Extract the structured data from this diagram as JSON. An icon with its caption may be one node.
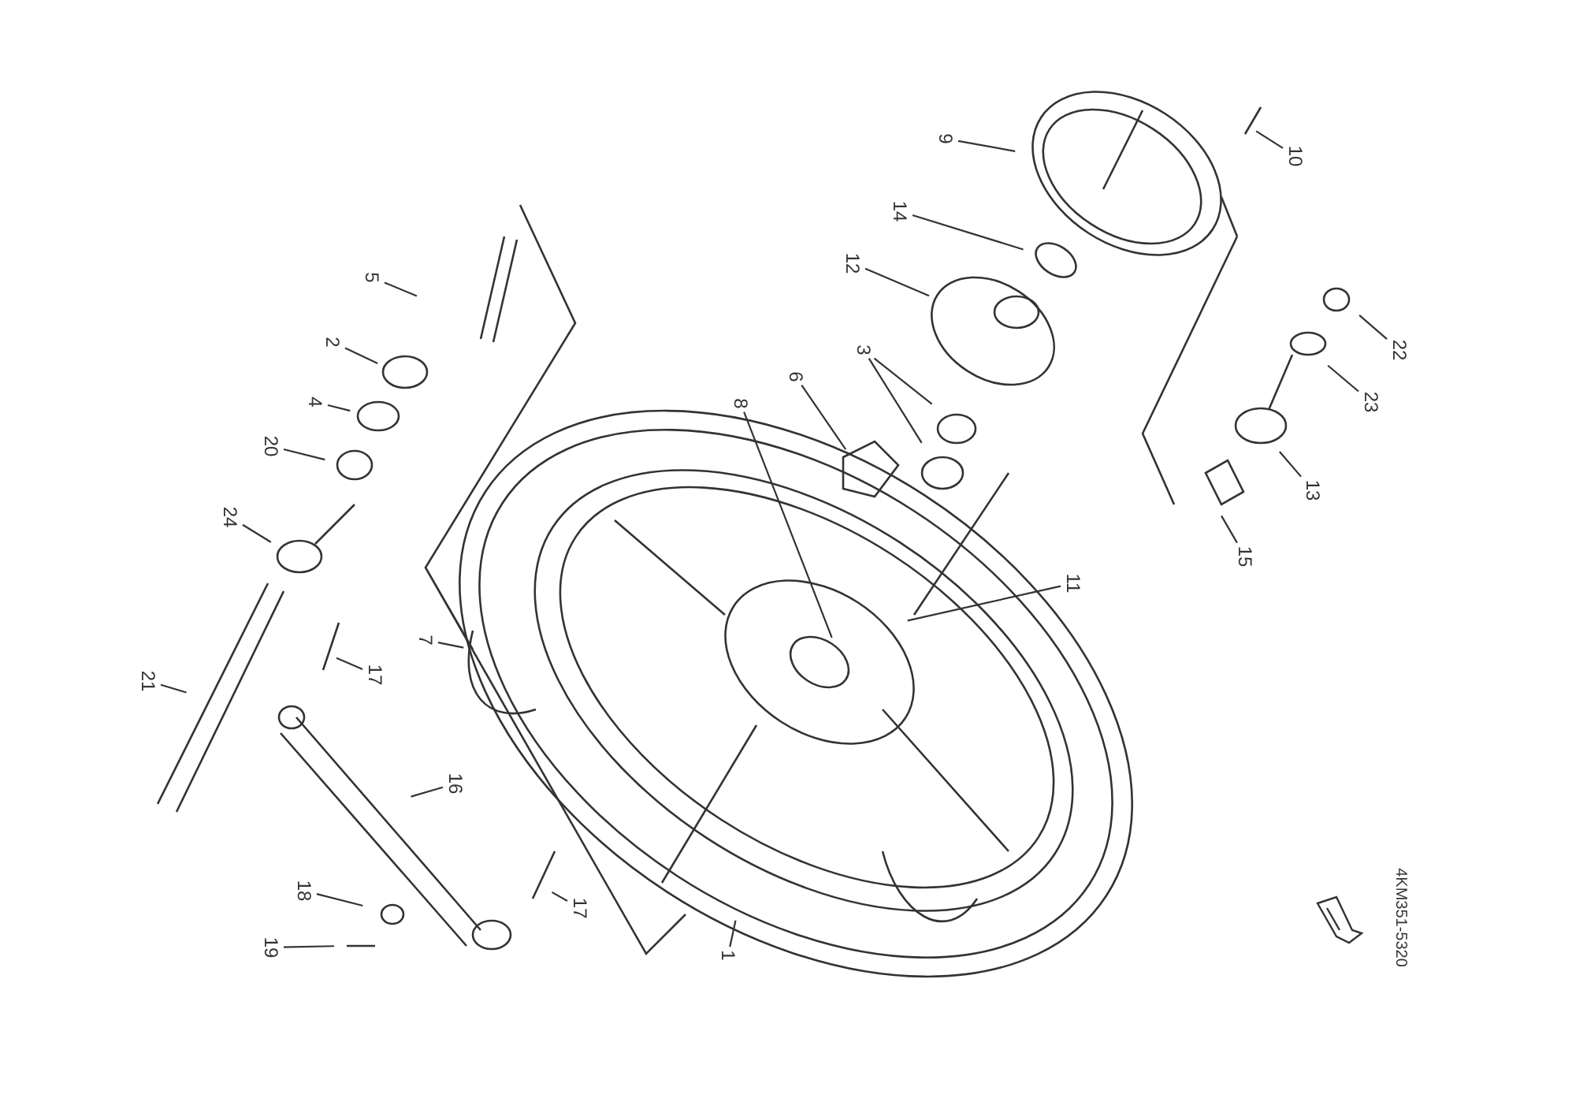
{
  "diagram": {
    "nodes": [
      {
        "text": [
          "9"
        ]
      },
      {
        "text": [
          "10"
        ]
      },
      {
        "text": [
          "14"
        ]
      },
      {
        "text": [
          "12"
        ]
      },
      {
        "text": [
          "3"
        ]
      },
      {
        "text": [
          "6"
        ]
      },
      {
        "text": [
          "8"
        ]
      },
      {
        "text": [
          "11"
        ]
      },
      {
        "text": [
          "22"
        ]
      },
      {
        "text": [
          "23"
        ]
      },
      {
        "text": [
          "13"
        ]
      },
      {
        "text": [
          "15"
        ]
      },
      {
        "text": [
          "5"
        ]
      },
      {
        "text": [
          "2"
        ]
      },
      {
        "text": [
          "4"
        ]
      },
      {
        "text": [
          "20"
        ]
      },
      {
        "text": [
          "24"
        ]
      },
      {
        "text": [
          "21"
        ]
      },
      {
        "text": [
          "17"
        ]
      },
      {
        "text": [
          "7"
        ]
      },
      {
        "text": [
          "16"
        ]
      },
      {
        "text": [
          "17"
        ]
      },
      {
        "text": [
          "18"
        ]
      },
      {
        "text": [
          "19"
        ]
      },
      {
        "text": [
          "1"
        ]
      }
    ],
    "edges": [
      {
        "from": 0,
        "to": null,
        "arrow": "none"
      },
      {
        "from": 1,
        "to": null,
        "arrow": "none"
      },
      {
        "from": 2,
        "to": null,
        "arrow": "none"
      },
      {
        "from": 3,
        "to": null,
        "arrow": "none"
      },
      {
        "from": 4,
        "to": null,
        "arrow": "none"
      },
      {
        "from": 4,
        "to": null,
        "arrow": "none"
      },
      {
        "from": 5,
        "to": null,
        "arrow": "none"
      },
      {
        "from": 6,
        "to": null,
        "arrow": "none"
      },
      {
        "from": 7,
        "to": null,
        "arrow": "none"
      },
      {
        "from": 8,
        "to": null,
        "arrow": "none"
      },
      {
        "from": 9,
        "to": null,
        "arrow": "none"
      },
      {
        "from": 10,
        "to": null,
        "arrow": "none"
      },
      {
        "from": 11,
        "to": null,
        "arrow": "none"
      },
      {
        "from": 12,
        "to": null,
        "arrow": "none"
      },
      {
        "from": 13,
        "to": null,
        "arrow": "none"
      },
      {
        "from": 14,
        "to": null,
        "arrow": "none"
      },
      {
        "from": 15,
        "to": null,
        "arrow": "none"
      },
      {
        "from": 16,
        "to": null,
        "arrow": "none"
      },
      {
        "from": 17,
        "to": null,
        "arrow": "none"
      },
      {
        "from": 18,
        "to": null,
        "arrow": "none"
      },
      {
        "from": 19,
        "to": null,
        "arrow": "none"
      },
      {
        "from": 20,
        "to": null,
        "arrow": "none"
      },
      {
        "from": 21,
        "to": null,
        "arrow": "none"
      },
      {
        "from": 22,
        "to": null,
        "arrow": "none"
      },
      {
        "from": 23,
        "to": null,
        "arrow": "none"
      },
      {
        "from": 24,
        "to": null,
        "arrow": "none"
      }
    ],
    "labels": [
      "4KM351-5320"
    ]
  }
}
